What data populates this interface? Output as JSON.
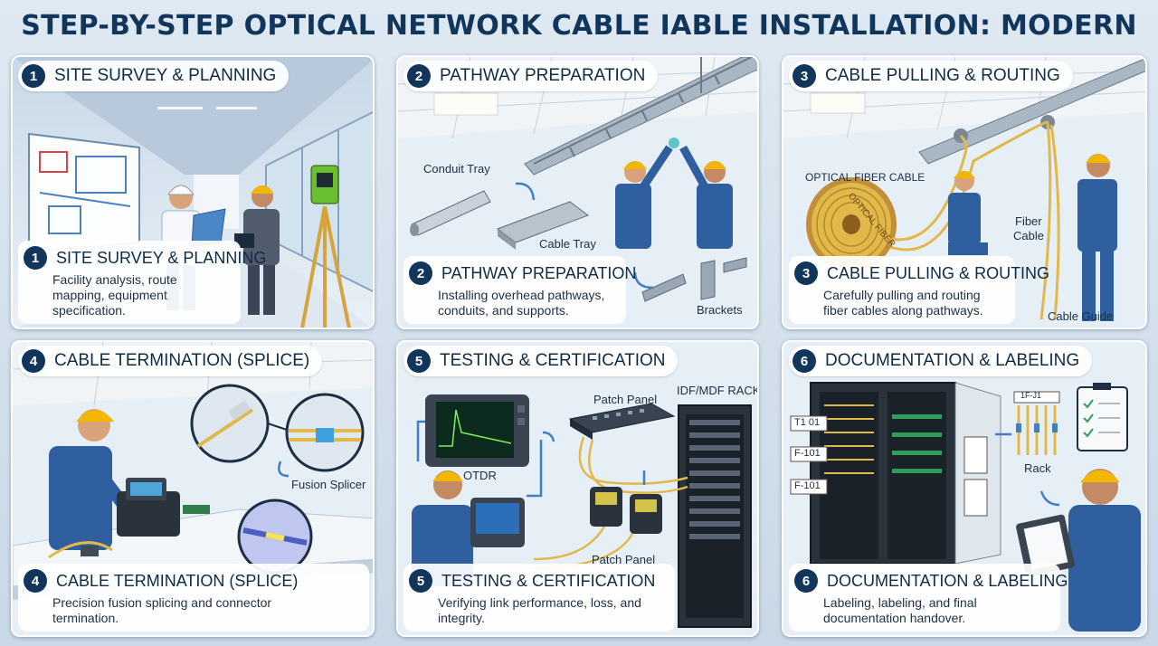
{
  "title": "STEP-BY-STEP OPTICAL NETWORK CABLE IABLE INSTALLATION: MODERN FACILITY",
  "colors": {
    "navy": "#12355b",
    "cable": "#e0b94a",
    "worker_blue": "#2f5f9e",
    "hardhat": "#f2b705"
  },
  "steps": [
    {
      "num": "1",
      "header": "SITE SURVEY & PLANNING",
      "caption_title": "SITE SURVEY & PLANNING",
      "description": "Facility analysis, route mapping, equipment specification.",
      "labels": []
    },
    {
      "num": "2",
      "header": "PATHWAY PREPARATION",
      "caption_title": "PATHWAY PREPARATION",
      "description": "Installing overhead pathways, conduits, and supports.",
      "labels": [
        "Conduit Tray",
        "Cable Tray",
        "Brackets"
      ]
    },
    {
      "num": "3",
      "header": "CABLE PULLING & ROUTING",
      "caption_title": "CABLE PULLING & ROUTING",
      "description": "Carefully pulling and routing fiber cables along pathways.",
      "labels": [
        "OPTICAL FIBER CABLE",
        "Fiber",
        "Cable",
        "Cable Guide",
        "OPTICAL FIBER"
      ]
    },
    {
      "num": "4",
      "header": "CABLE TERMINATION (SPLICE)",
      "caption_title": "CABLE TERMINATION (SPLICE)",
      "description": "Precision fusion splicing and connector termination.",
      "labels": [
        "Fusion Splicer"
      ]
    },
    {
      "num": "5",
      "header": "TESTING & CERTIFICATION",
      "caption_title": "TESTING & CERTIFICATION",
      "description": "Verifying link performance, loss, and integrity.",
      "labels": [
        "Patch Panel",
        "IDF/MDF RACK",
        "OTDR",
        "Patch Panel"
      ]
    },
    {
      "num": "6",
      "header": "DOCUMENTATION & LABELING",
      "caption_title": "DOCUMENTATION & LABELING",
      "description": "Labeling, labeling, and final documentation handover.",
      "labels": [
        "T1 01",
        "F-101",
        "F-101",
        "Rack",
        "1F-J1"
      ]
    }
  ]
}
